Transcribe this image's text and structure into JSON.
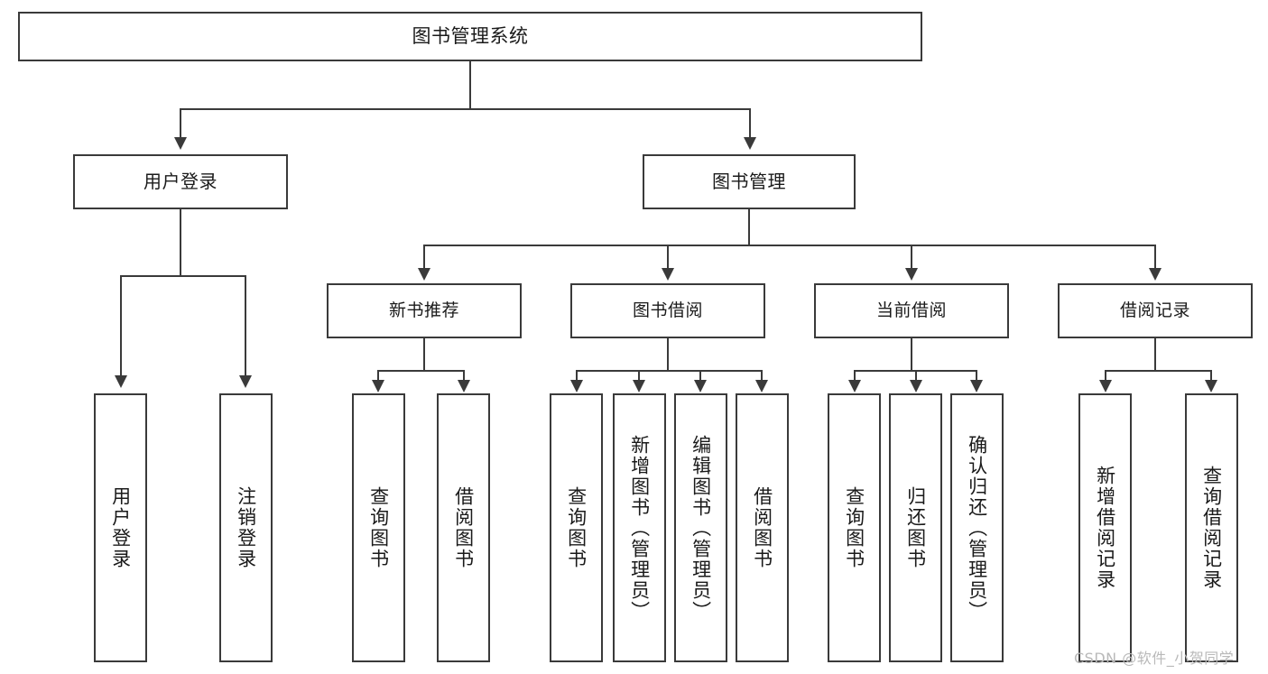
{
  "diagram": {
    "title": "图书管理系统",
    "root": {
      "label": "图书管理系统"
    },
    "level1": [
      {
        "label": "用户登录"
      },
      {
        "label": "图书管理"
      }
    ],
    "level2": [
      {
        "label": "新书推荐"
      },
      {
        "label": "图书借阅"
      },
      {
        "label": "当前借阅"
      },
      {
        "label": "借阅记录"
      }
    ],
    "leaves": {
      "user_login": [
        {
          "label": "用户登录"
        },
        {
          "label": "注销登录"
        }
      ],
      "new_book_recommend": [
        {
          "label": "查询图书"
        },
        {
          "label": "借阅图书"
        }
      ],
      "book_borrow": [
        {
          "label": "查询图书"
        },
        {
          "label": "新增图书（管理员）"
        },
        {
          "label": "编辑图书（管理员）"
        },
        {
          "label": "借阅图书"
        }
      ],
      "current_borrow": [
        {
          "label": "查询图书"
        },
        {
          "label": "归还图书"
        },
        {
          "label": "确认归还（管理员）"
        }
      ],
      "borrow_record": [
        {
          "label": "新增借阅记录"
        },
        {
          "label": "查询借阅记录"
        }
      ]
    }
  },
  "watermark": {
    "text": "CSDN @软件_小贺同学"
  },
  "colors": {
    "stroke": "#3a3a3a",
    "background": "#ffffff",
    "text": "#1a1a1a",
    "watermark": "#b9b9b9"
  }
}
